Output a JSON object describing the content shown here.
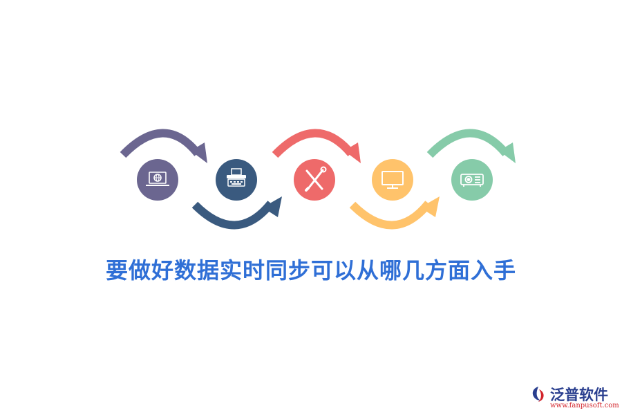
{
  "title": "要做好数据实时同步可以从哪几方面入手",
  "steps": [
    {
      "icon": "laptop-globe-icon",
      "color": "#6b6690"
    },
    {
      "icon": "typewriter-icon",
      "color": "#3a5a7f"
    },
    {
      "icon": "tools-icon",
      "color": "#ee6a6a"
    },
    {
      "icon": "monitor-icon",
      "color": "#ffc36b"
    },
    {
      "icon": "projector-icon",
      "color": "#86cba9"
    }
  ],
  "brand": {
    "name": "泛普软件",
    "url": "www.fanpusoft.com",
    "accent_color": "#2a3f8f",
    "url_color": "#d2232a"
  }
}
